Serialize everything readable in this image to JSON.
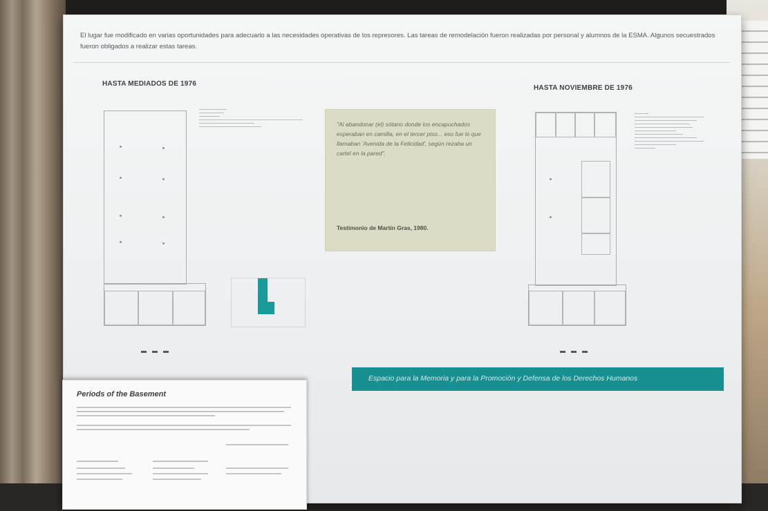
{
  "board": {
    "intro_text": "El lugar fue modificado en varias oportunidades para adecuarlo a las necesidades operativas de los represores. Las tareas de remodelación fueron realizadas por personal y alumnos de la ESMA. Algunos secuestrados fueron obligados a realizar estas tareas.",
    "left_plan_title": "HASTA MEDIADOS DE 1976",
    "right_plan_title": "HASTA NOVIEMBRE DE 1976",
    "quote_text": "\"Al abandonar (el) sótano donde los encapuchados esperaban en camilla, en el tercer piso... eso fue lo que llamaban 'Avenida de la Felicidad', según rezaba un cartel en la pared\".",
    "quote_source": "Testimonio de Martín Gras, 1980.",
    "banner_text": "Espacio para la Memoria y para la Promoción y Defensa de los Derechos Humanos",
    "accent_color": "#188f91"
  },
  "placard": {
    "title": "Periods of the Basement"
  }
}
